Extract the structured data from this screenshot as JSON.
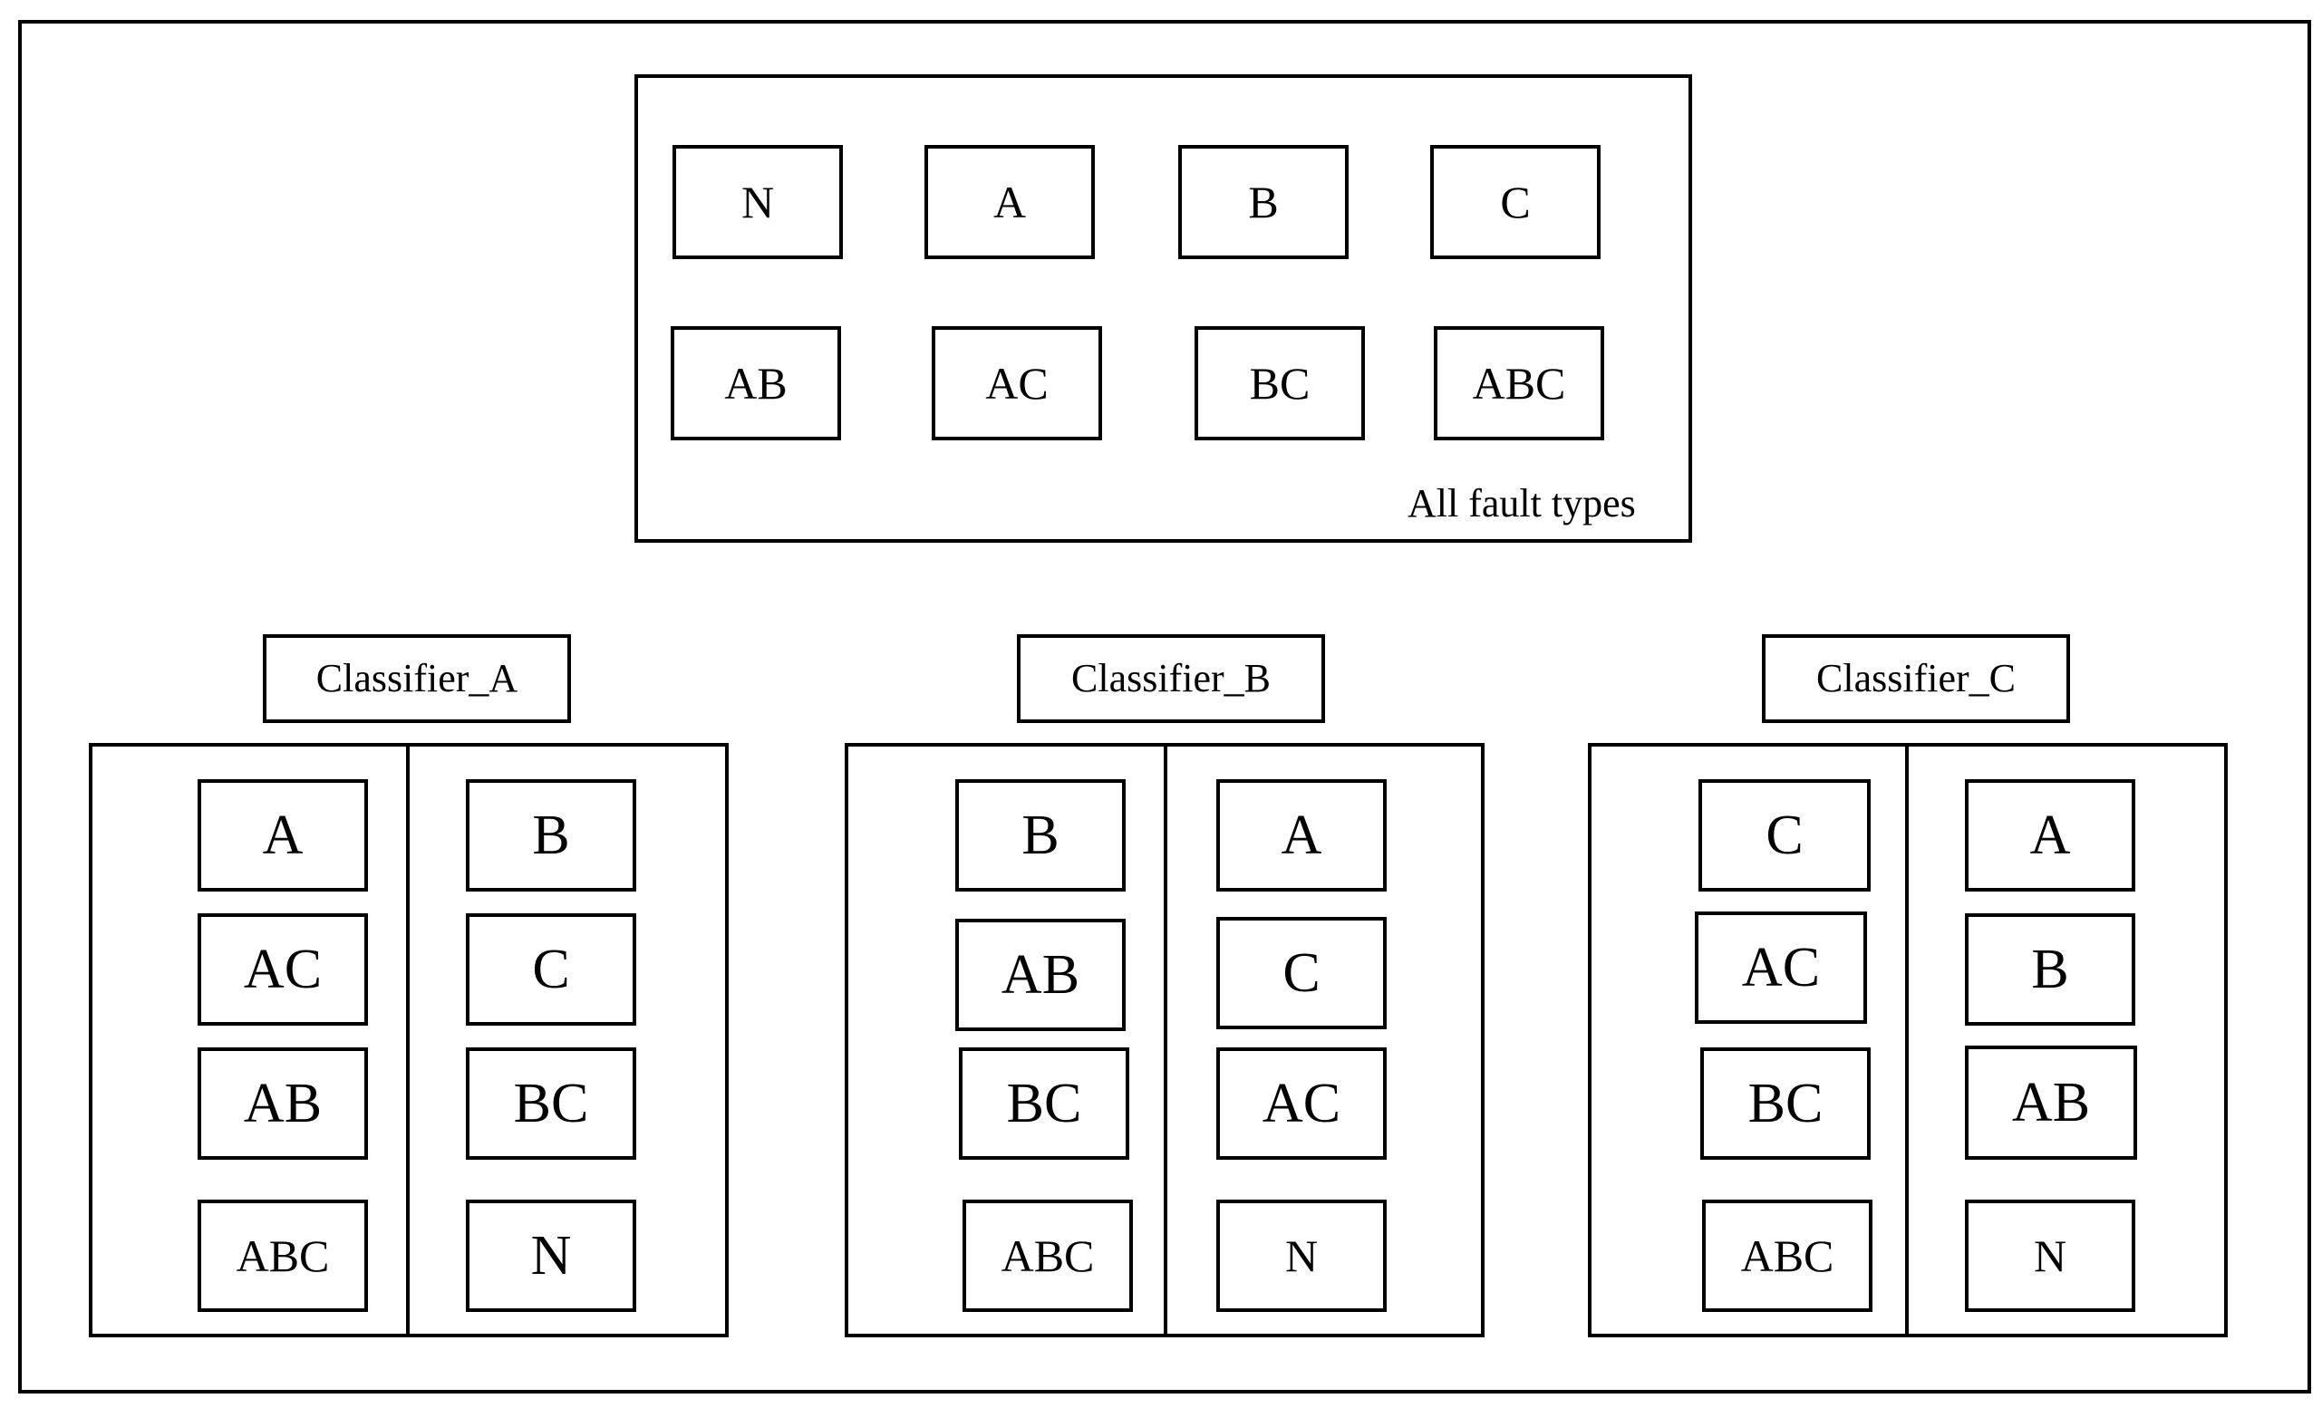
{
  "all_fault_types": {
    "caption": "All fault types",
    "row1": [
      "N",
      "A",
      "B",
      "C"
    ],
    "row2": [
      "AB",
      "AC",
      "BC",
      "ABC"
    ]
  },
  "classifiers": [
    {
      "title": "Classifier_A",
      "left": [
        "A",
        "AC",
        "AB",
        "ABC"
      ],
      "right": [
        "B",
        "C",
        "BC",
        "N"
      ]
    },
    {
      "title": "Classifier_B",
      "left": [
        "B",
        "AB",
        "BC",
        "ABC"
      ],
      "right": [
        "A",
        "C",
        "AC",
        "N"
      ]
    },
    {
      "title": "Classifier_C",
      "left": [
        "C",
        "AC",
        "BC",
        "ABC"
      ],
      "right": [
        "A",
        "B",
        "AB",
        "N"
      ]
    }
  ]
}
